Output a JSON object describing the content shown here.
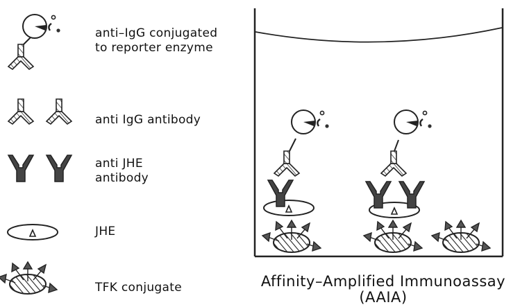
{
  "legend": [
    {
      "label_lines": [
        "anti–IgG conjugated",
        "to reporter enzyme"
      ]
    },
    {
      "label_lines": [
        "anti IgG antibody"
      ]
    },
    {
      "label_lines": [
        "anti JHE",
        "antibody"
      ]
    },
    {
      "label_lines": [
        "JHE"
      ]
    },
    {
      "label_lines": [
        "TFK conjugate"
      ]
    }
  ],
  "caption": {
    "line1": "Affinity–Amplified Immunoassay",
    "line2": "(AAIA)"
  }
}
